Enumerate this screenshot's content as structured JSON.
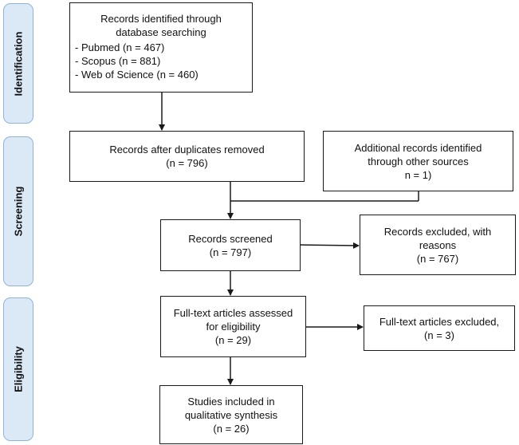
{
  "phases": {
    "identification": "Identification",
    "screening": "Screening",
    "eligibility": "Eligibility"
  },
  "boxes": {
    "identified": {
      "title_line1": "Records identified through",
      "title_line2": "database searching",
      "sources": [
        "- Pubmed (n = 467)",
        "- Scopus (n = 881)",
        "- Web of Science (n = 460)"
      ]
    },
    "duplicates_removed": {
      "line1": "Records after duplicates removed",
      "line2": "(n = 796)"
    },
    "additional": {
      "line1": "Additional records identified",
      "line2": "through other sources",
      "line3": "n = 1)"
    },
    "screened": {
      "line1": "Records screened",
      "line2": "(n = 797)"
    },
    "excluded": {
      "line1": "Records excluded, with",
      "line2": "reasons",
      "line3": "(n = 767)"
    },
    "fulltext_assessed": {
      "line1": "Full-text articles assessed",
      "line2": "for eligibility",
      "line3": "(n = 29)"
    },
    "fulltext_excluded": {
      "line1": "Full-text articles excluded,",
      "line2": "(n = 3)"
    },
    "included": {
      "line1": "Studies included in",
      "line2": "qualitative synthesis",
      "line3": "(n = 26)"
    }
  },
  "colors": {
    "phase_fill": "#dbe9f6",
    "phase_border": "#8fb4d8",
    "line": "#1a1a1a"
  }
}
